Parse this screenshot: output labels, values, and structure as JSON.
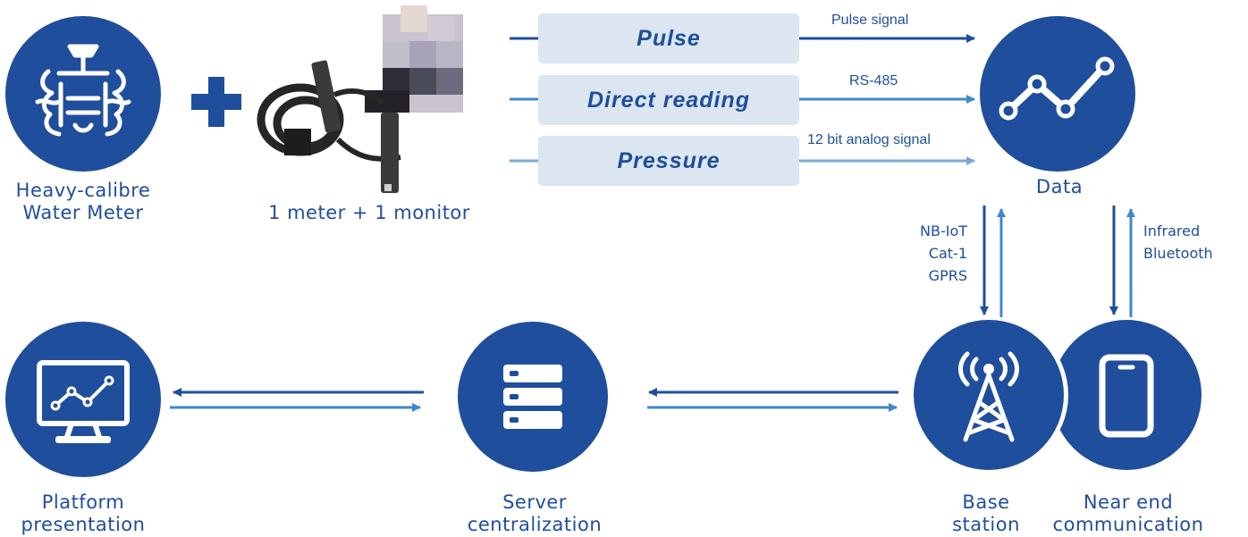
{
  "colors": {
    "dark": "#1f4e9c",
    "mid": "#3f86cf",
    "light": "#7aa9d7",
    "box": "#dbe6f1"
  },
  "nodes": {
    "meter": {
      "label_lines": [
        "Heavy-calibre",
        "Water Meter"
      ],
      "icon": "water-meter-icon"
    },
    "plus": {
      "icon": "plus-icon"
    },
    "monitor_device": {
      "label": "1 meter + 1 monitor",
      "icon": "monitor-device-photo"
    },
    "data": {
      "label": "Data",
      "icon": "line-chart-icon"
    },
    "platform": {
      "label_lines": [
        "Platform",
        "presentation"
      ],
      "icon": "computer-screen-chart-icon"
    },
    "server": {
      "label_lines": [
        "Server",
        "centralization"
      ],
      "icon": "server-icon"
    },
    "base_station": {
      "label_lines": [
        "Base",
        "station"
      ],
      "icon": "antenna-tower-icon"
    },
    "near_end": {
      "label_lines": [
        "Near end",
        "communication"
      ],
      "icon": "smartphone-icon"
    }
  },
  "signals": [
    {
      "box": "Pulse",
      "label": "Pulse signal"
    },
    {
      "box": "Direct reading",
      "label": "RS-485"
    },
    {
      "box": "Pressure",
      "label": "12 bit analog signal"
    }
  ],
  "links": {
    "base_station_protocols": [
      "NB-IoT",
      "Cat-1",
      "GPRS"
    ],
    "near_end_protocols": [
      "Infrared",
      "Bluetooth"
    ]
  }
}
